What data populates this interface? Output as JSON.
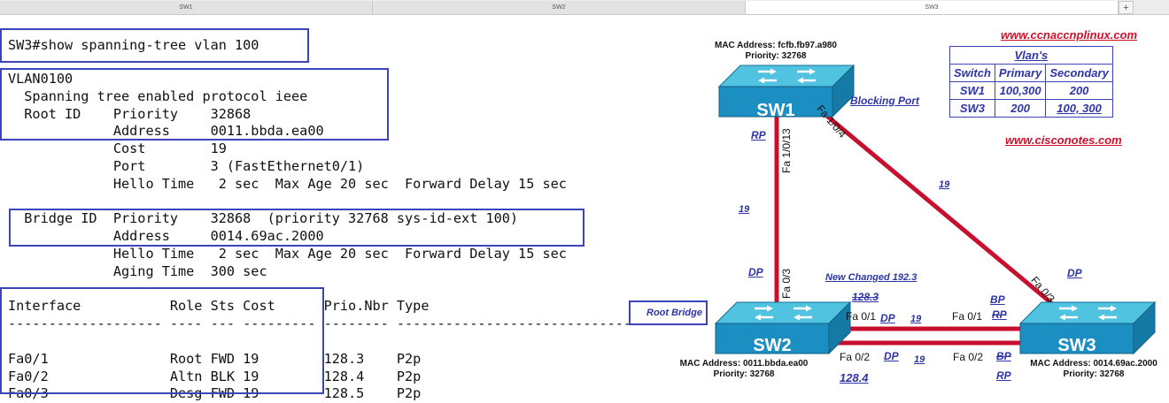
{
  "tabs": [
    "SW1",
    "SW2",
    "SW3"
  ],
  "tab_add": "+",
  "terminal": {
    "command": "SW3#show spanning-tree vlan 100",
    "lines": [
      "VLAN0100",
      "  Spanning tree enabled protocol ieee",
      "  Root ID    Priority    32868",
      "             Address     0011.bbda.ea00",
      "             Cost        19",
      "             Port        3 (FastEthernet0/1)",
      "             Hello Time   2 sec  Max Age 20 sec  Forward Delay 15 sec",
      "",
      "  Bridge ID  Priority    32868  (priority 32768 sys-id-ext 100)",
      "             Address     0014.69ac.2000",
      "             Hello Time   2 sec  Max Age 20 sec  Forward Delay 15 sec",
      "             Aging Time  300 sec",
      "",
      "Interface           Role Sts Cost      Prio.Nbr Type",
      "------------------- ---- --- --------- -------- --------------------------------",
      "",
      "Fa0/1               Root FWD 19        128.3    P2p",
      "Fa0/2               Altn BLK 19        128.4    P2p",
      "Fa0/3               Desg FWD 19        128.5    P2p"
    ]
  },
  "diagram": {
    "switches": [
      {
        "name": "SW1",
        "mac": "MAC Address: fcfb.fb97.a980",
        "priority": "Priority: 32768"
      },
      {
        "name": "SW2",
        "mac": "MAC Address: 0011.bbda.ea00",
        "priority": "Priority: 32768"
      },
      {
        "name": "SW3",
        "mac": "MAC Address: 0014.69ac.2000",
        "priority": "Priority: 32768"
      }
    ],
    "ports": {
      "sw1_left": "Fa 1/0/13",
      "sw1_right": "Fa 1/0/4",
      "sw2_top": "Fa 0/3",
      "sw2_p1": "Fa 0/1",
      "sw2_p2": "Fa 0/2",
      "sw3_p1": "Fa 0/1",
      "sw3_p2": "Fa 0/2",
      "sw3_top": "Fa 0/3"
    },
    "annotations": {
      "blocking_port": "Blocking Port",
      "rp_top": "RP",
      "cost_left": "19",
      "cost_diag": "19",
      "dp_left": "DP",
      "new_changed": "New Changed 192.3",
      "strike_128_3": "128.3",
      "root_bridge": "Root Bridge",
      "dp_p1": "DP",
      "cost_p1": "19",
      "bp_sw3_p1": "BP",
      "rp_sw3_p1": "RP",
      "dp_sw3_top": "DP",
      "dp_p2": "DP",
      "cost_p2": "19",
      "bp_sw3_p2": "BP",
      "rp_sw3_p2": "RP",
      "prio_128_4": "128.4"
    },
    "links": {
      "site1": "www.ccnaccnplinux.com",
      "site2": "www.cisconotes.com"
    },
    "vlan_table": {
      "title": "Vlan's",
      "headers": [
        "Switch",
        "Primary",
        "Secondary"
      ],
      "rows": [
        [
          "SW1",
          "100,300",
          "200"
        ],
        [
          "SW3",
          "200",
          "100, 300"
        ]
      ]
    },
    "colors": {
      "link": "#c8102e",
      "annotation": "#2e35a8",
      "highlight_box": "#3d43b8",
      "switch_top": "#4fc3e0",
      "switch_front": "#1b8fc1"
    }
  }
}
